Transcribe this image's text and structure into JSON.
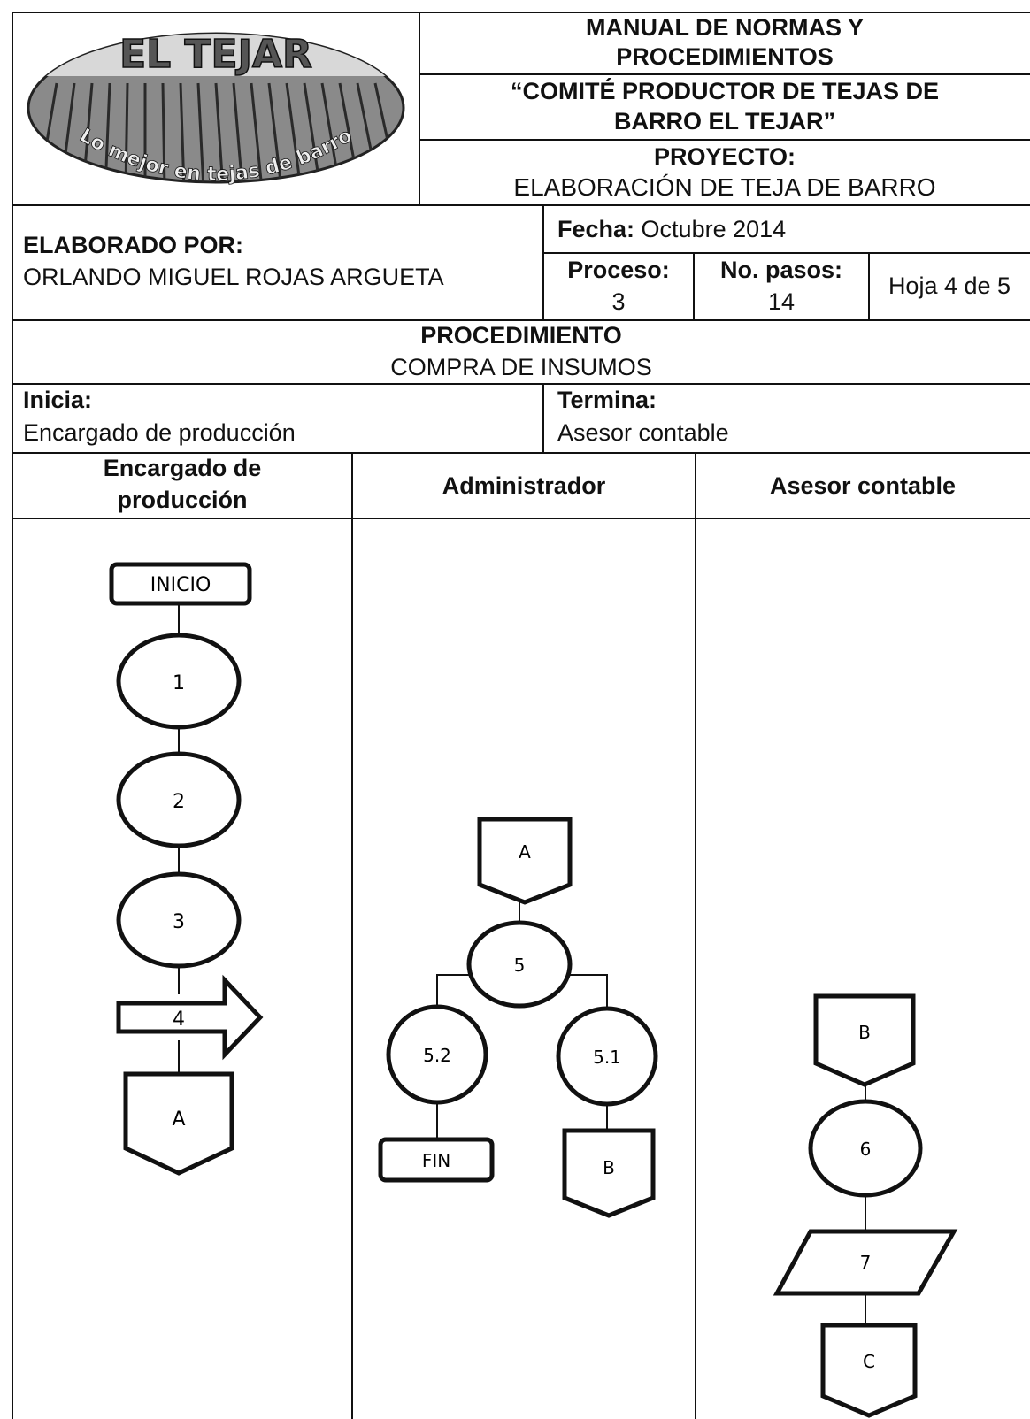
{
  "logo": {
    "brand": "EL TEJAR",
    "slogan": "Lo mejor en tejas de barro"
  },
  "header": {
    "manual_line1": "MANUAL DE NORMAS Y",
    "manual_line2": "PROCEDIMIENTOS",
    "committee_line1": "“COMITÉ PRODUCTOR DE TEJAS DE",
    "committee_line2": "BARRO EL TEJAR”",
    "project_label": "PROYECTO:",
    "project_value": "ELABORACIÓN DE TEJA DE BARRO"
  },
  "info": {
    "prepared_label": "ELABORADO POR:",
    "prepared_value": "ORLANDO MIGUEL ROJAS ARGUETA",
    "date_label": "Fecha:",
    "date_value": "Octubre 2014",
    "process_label": "Proceso:",
    "process_value": "3",
    "steps_label": "No. pasos:",
    "steps_value": "14",
    "sheet": "Hoja 4 de 5"
  },
  "procedure": {
    "label": "PROCEDIMIENTO",
    "name": "COMPRA DE INSUMOS",
    "starts_label": "Inicia:",
    "starts_value": "Encargado de producción",
    "ends_label": "Termina:",
    "ends_value": "Asesor contable"
  },
  "lanes": {
    "lane1_line1": "Encargado de",
    "lane1_line2": "producción",
    "lane2": "Administrador",
    "lane3": "Asesor contable"
  },
  "flow": {
    "start": "INICIO",
    "step1": "1",
    "step2": "2",
    "step3": "3",
    "step4": "4",
    "connA_out": "A",
    "connA_in": "A",
    "step5": "5",
    "step5_2": "5.2",
    "step5_1": "5.1",
    "end": "FIN",
    "connB_out": "B",
    "connB_in": "B",
    "step6": "6",
    "step7": "7",
    "connC": "C"
  }
}
